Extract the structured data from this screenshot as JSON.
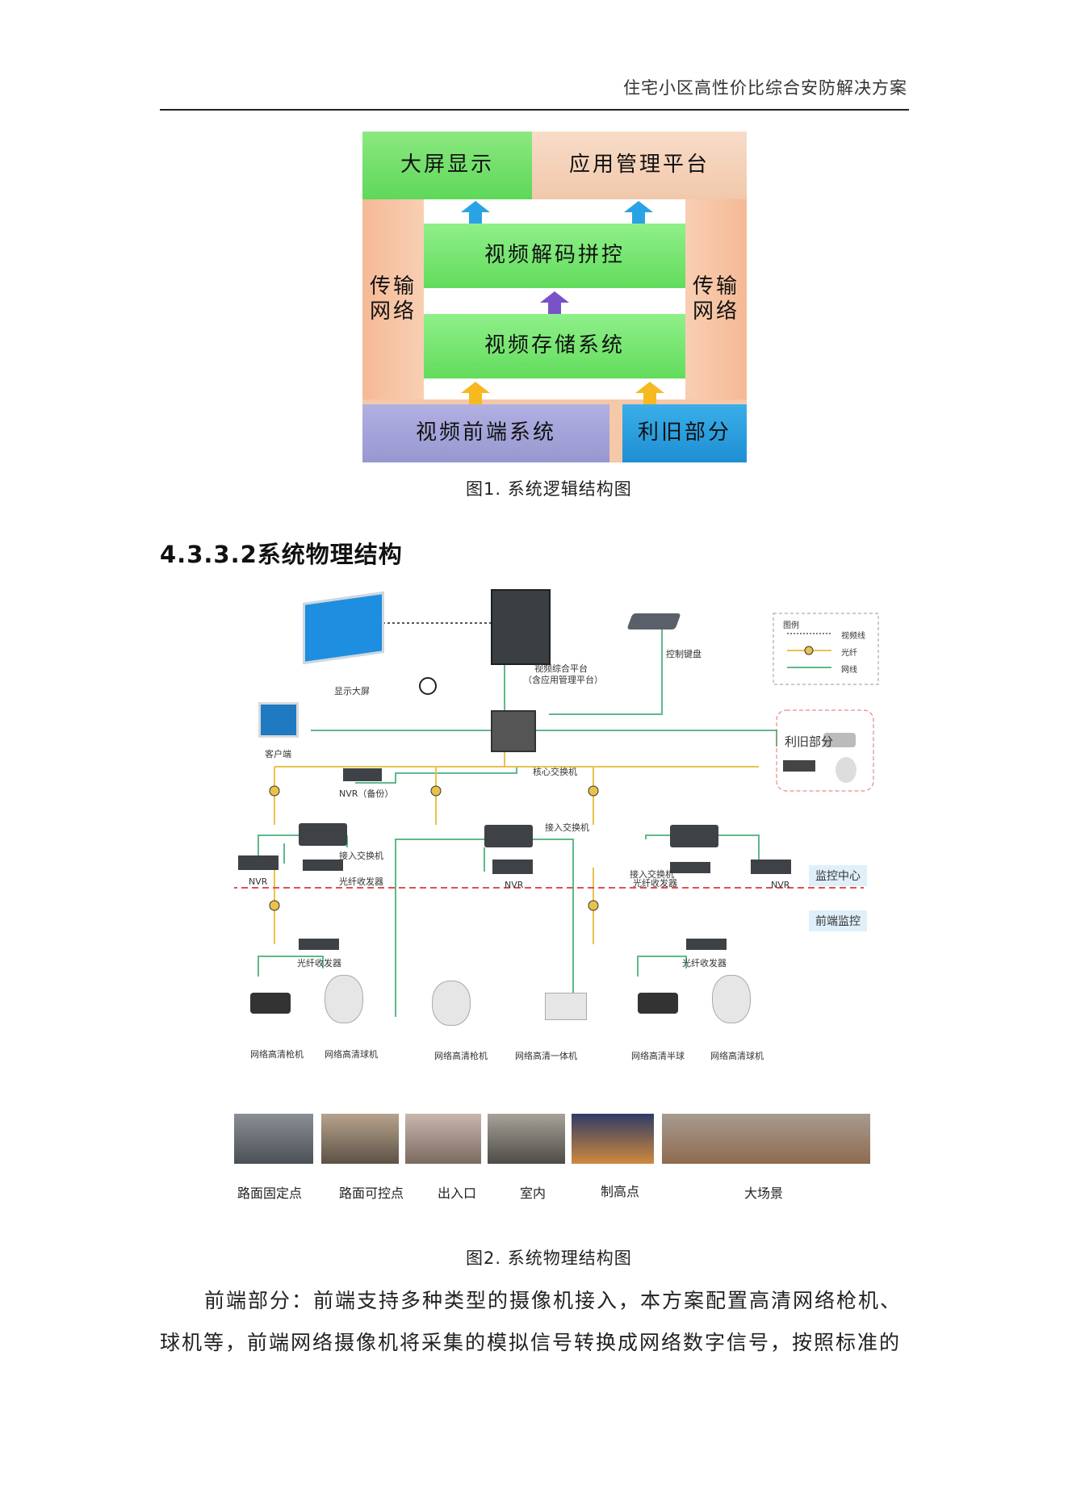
{
  "header": {
    "title": "住宅小区高性价比综合安防解决方案"
  },
  "figure1": {
    "boxes": {
      "display": "大屏显示",
      "platform": "应用管理平台",
      "left_net": "传输\n网络",
      "right_net": "传输\n网络",
      "decode": "视频解码拼控",
      "storage": "视频存储系统",
      "frontend": "视频前端系统",
      "legacy": "利旧部分"
    },
    "caption": "图1.  系统逻辑结构图"
  },
  "section": {
    "heading": "4.3.3.2系统物理结构"
  },
  "figure2": {
    "legend": {
      "title": "图例",
      "video": "视频线",
      "fiber": "光纤",
      "network": "网线"
    },
    "labels": {
      "videowall": "显示大屏",
      "platform": "视频综合平台",
      "platform_sub": "（含应用管理平台）",
      "keyboard": "控制键盘",
      "client": "客户端",
      "core_switch": "核心交换机",
      "nvr_backup": "NVR（备份）",
      "legacy": "利旧部分",
      "access_switch_left": "接入交换机",
      "access_switch_mid": "接入交换机",
      "access_switch_right": "接入交换机",
      "nvr_left": "NVR",
      "nvr_mid": "NVR",
      "nvr_right": "NVR",
      "fiber_left": "光纤收发器",
      "fiber_right": "光纤收发器",
      "monitor_center": "监控中心",
      "front_monitor": "前端监控",
      "fiber_front_left": "光纤收发器",
      "fiber_front_right": "光纤收发器",
      "cam1": "网络高清枪机",
      "cam2": "网络高清球机",
      "cam3": "网络高清枪机",
      "cam4": "网络高清一体机",
      "cam5": "网络高清半球",
      "cam6": "网络高清球机"
    },
    "scenes": [
      "路面固定点",
      "路面可控点",
      "出入口",
      "室内",
      "制高点",
      "大场景"
    ],
    "caption": "图2.  系统物理结构图"
  },
  "body": {
    "line1": "前端部分：前端支持多种类型的摄像机接入，本方案配置高清网络枪机、",
    "line2": "球机等，前端网络摄像机将采集的模拟信号转换成网络数字信号，按照标准的"
  },
  "colors": {
    "green": "#7fe07a",
    "peach": "#f4c4a0",
    "blue": "#2f9fdc",
    "lavender": "#a7a6d8",
    "arrow_blue": "#2aa3e6",
    "arrow_purple": "#7a52c8",
    "arrow_yellow": "#f6b922"
  }
}
